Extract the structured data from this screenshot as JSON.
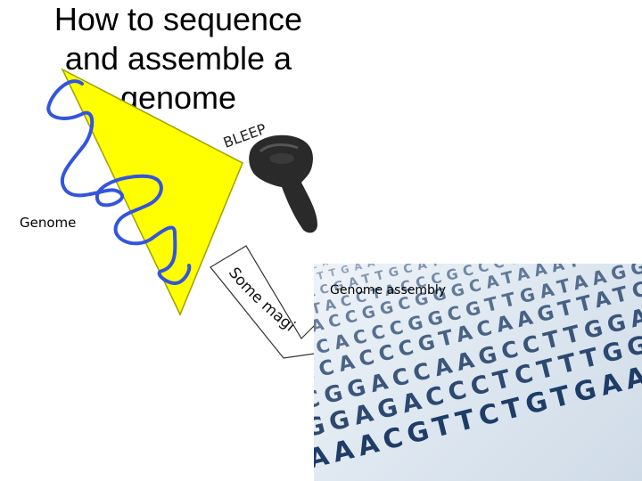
{
  "title": "How to sequence and assemble a genome",
  "bleep_text": "BLEEP",
  "genome_label": "Genome",
  "magic_text": "Some magic",
  "assembly_label": "Genome assembly",
  "sequence_rows": [
    "TTCCATTACCGTCATGCATCAACCTTGG",
    "ACCTTGAATTCCAGCGATTACCGGATAC",
    "TTACGATTGCATTACCGGCTCTCCGGA",
    "GTTACCTACCCGCCCTTAAAGCAGGA",
    "ATACCGGCGGGCATAAATTCCTGACT",
    "CTCACCCGGCGTTGATAAGGAATTCGA",
    "TCCACCCGTACAAGTTATCGGATTCGAC",
    "ACGGACCAAGCCTTGGATAGGCGTCA",
    "AGGAGACCCTCTTTGGGAACCAATTTG",
    "GAAACGTTCTGTGAAAATTGGGCTCA"
  ],
  "colors": {
    "triangle_fill": "#ffff00",
    "triangle_stroke": "#a0a000",
    "genome_squiggle": "#3355dd",
    "sequence_text": "#1a3a66",
    "scanner": "#2a2a2a"
  },
  "icons": {
    "scanner": "barcode-scanner-icon",
    "genome": "dna-squiggle-icon",
    "arrow": "down-arrow-icon"
  }
}
